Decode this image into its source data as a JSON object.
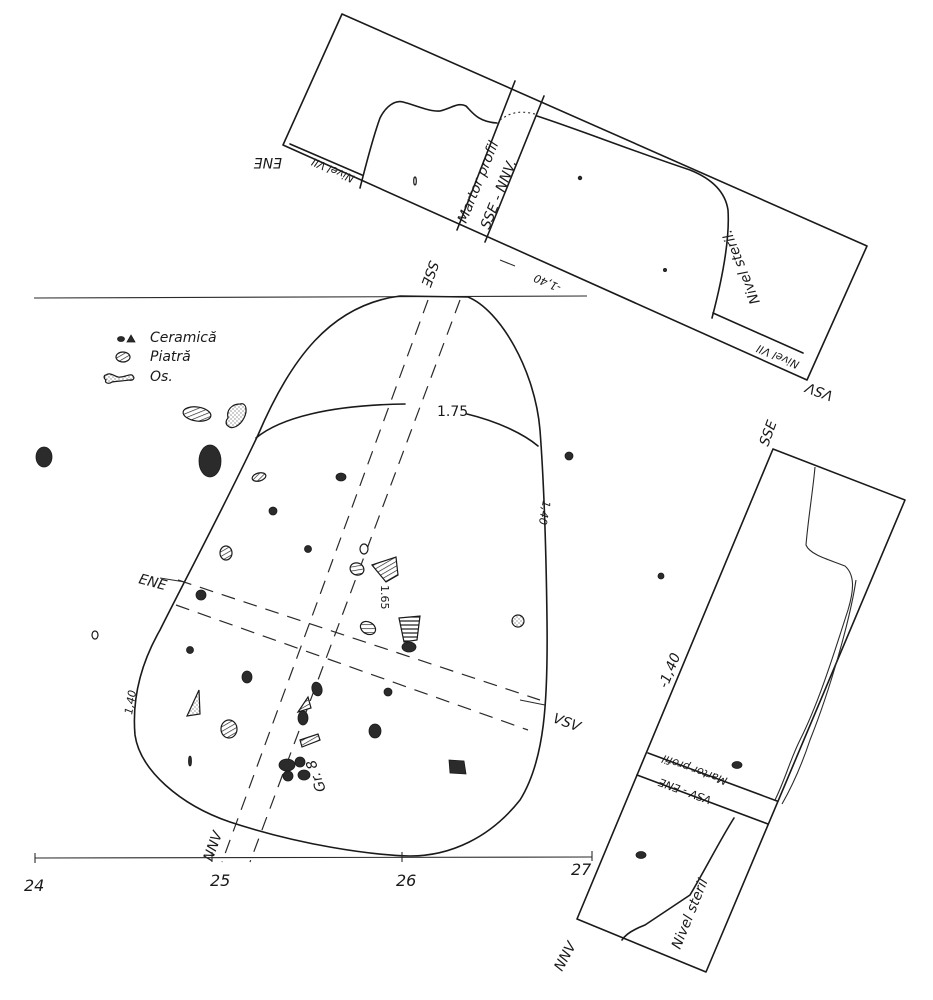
{
  "legend": {
    "ceramic": "Ceramică",
    "stone": "Piatră",
    "bone": "Os."
  },
  "plan": {
    "feature_label": "Gr. 8",
    "depth_top": "1.75",
    "depth_right": "1,40",
    "depth_left": "1,40",
    "depth_center": "1.65",
    "orient_top": "SSE",
    "orient_bottom": "NNV",
    "orient_left": "ENE",
    "orient_right": "VSV"
  },
  "scale": {
    "ticks": [
      "24",
      "25",
      "26",
      "27"
    ]
  },
  "profile_top": {
    "witness_label": "Martor profil",
    "witness_dir": "SSE - NNV.",
    "depth": "-1,40",
    "left_end": "ENE",
    "right_end": "VSV",
    "level_left": "Nivel VII",
    "level_right": "Nivel VII",
    "sterile": "Nivel steril."
  },
  "profile_right": {
    "witness_label": "Martor profil",
    "witness_dir": "VSV - ENE",
    "depth": "-1,40",
    "top_end": "SSE",
    "bottom_end": "NNV",
    "sterile": "Nivel steril"
  }
}
